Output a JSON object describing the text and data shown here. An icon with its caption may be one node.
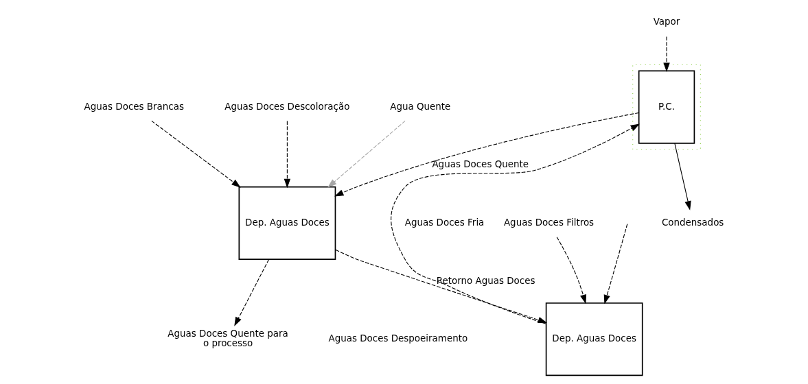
{
  "diagram": {
    "nodes": [
      {
        "text": [
          "Agua Quente"
        ]
      },
      {
        "text": [
          "Aguas Doces Brancas"
        ]
      },
      {
        "text": [
          "Aguas Doces Descoloração"
        ]
      },
      {
        "text": [
          "Dep. Aguas Doces"
        ]
      },
      {
        "text": [
          "Vapor"
        ]
      },
      {
        "text": [],
        "shape": "box"
      },
      {
        "text": [
          "P.C."
        ],
        "in": 5
      },
      {
        "text": [
          "Condensados"
        ]
      },
      {
        "text": [
          "Aguas Doces Quente para o processo"
        ]
      },
      {
        "text": [
          "Dep. Aguas Doces"
        ]
      },
      {
        "text": [
          "Aguas Doces Filtros"
        ]
      }
    ],
    "edges": [
      {
        "from": 0,
        "to": 3,
        "arrow": "to",
        "style": "dashed",
        "color": "#a6a6a6"
      },
      {
        "from": 1,
        "to": 3,
        "arrow": "to",
        "style": "dashed"
      },
      {
        "from": 2,
        "to": 3,
        "arrow": "to",
        "style": "dashed"
      },
      {
        "from": 4,
        "to": 6,
        "arrow": "to",
        "style": "dashed"
      },
      {
        "from": 6,
        "to": 3,
        "arrow": "to",
        "style": "dashed",
        "label": "Aguas Doces Quente"
      },
      {
        "from": 9,
        "to": 6,
        "arrow": "to",
        "style": "dashed",
        "label": "Aguas Doces Fria"
      },
      {
        "from": 6,
        "to": 7,
        "arrow": "to"
      },
      {
        "from": 3,
        "to": 8,
        "arrow": "to",
        "style": "dashed"
      },
      {
        "from": 3,
        "to": 9,
        "arrow": "to",
        "style": "dashed",
        "label": "Retorno Aguas Doces"
      },
      {
        "from": null,
        "to": 9,
        "arrow": "to",
        "style": "dashed"
      },
      {
        "from": 10,
        "to": 9,
        "arrow": "to",
        "style": "dashed"
      }
    ],
    "labels": [
      "Aguas Doces Despoeiramento"
    ]
  }
}
